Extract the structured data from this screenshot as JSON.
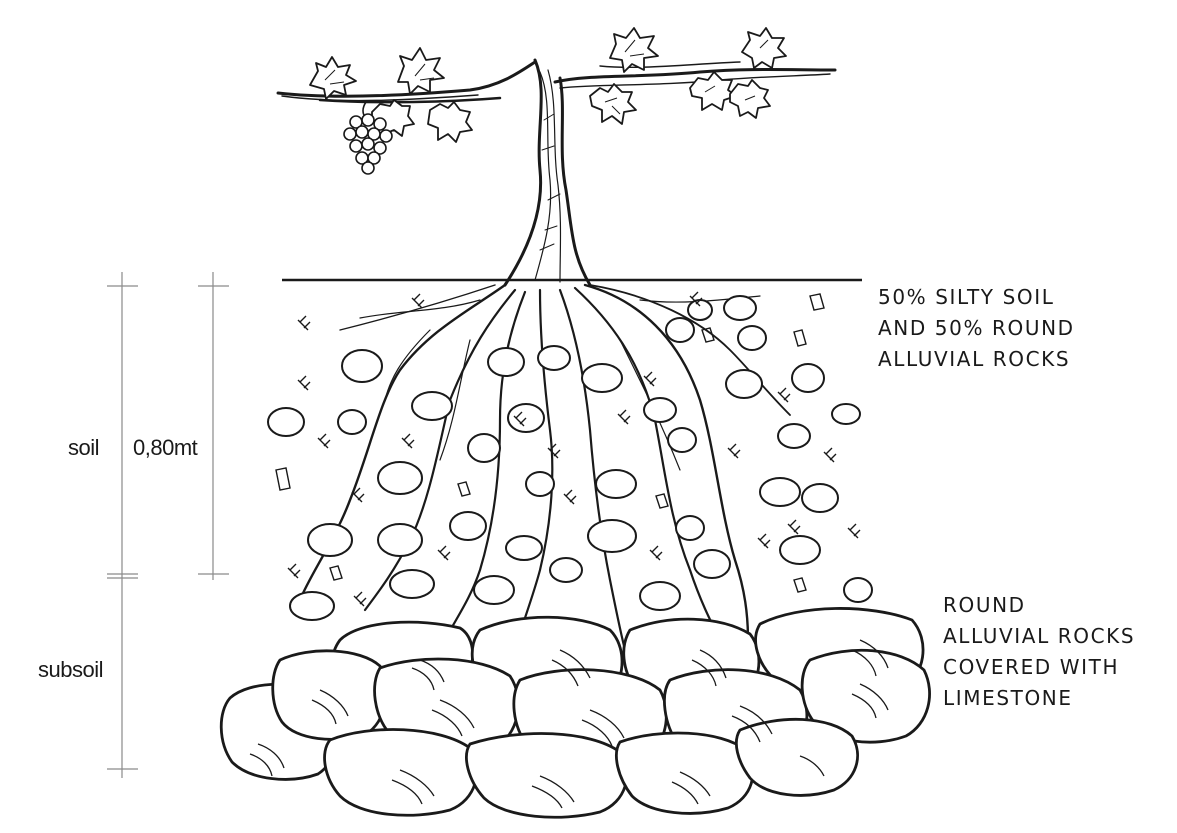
{
  "labels": {
    "soil": "soil",
    "depth": "0,80mt",
    "subsoil": "subsoil",
    "soil_description": [
      "50% SILTY SOIL",
      "AND 50% ROUND",
      "ALLUVIAL ROCKS"
    ],
    "subsoil_description": [
      "ROUND",
      "ALLUVIAL ROCKS",
      "COVERED WITH",
      "LIMESTONE"
    ]
  },
  "colors": {
    "ink": "#1a1a1a",
    "guide": "#8a8a8a",
    "background": "#ffffff"
  }
}
